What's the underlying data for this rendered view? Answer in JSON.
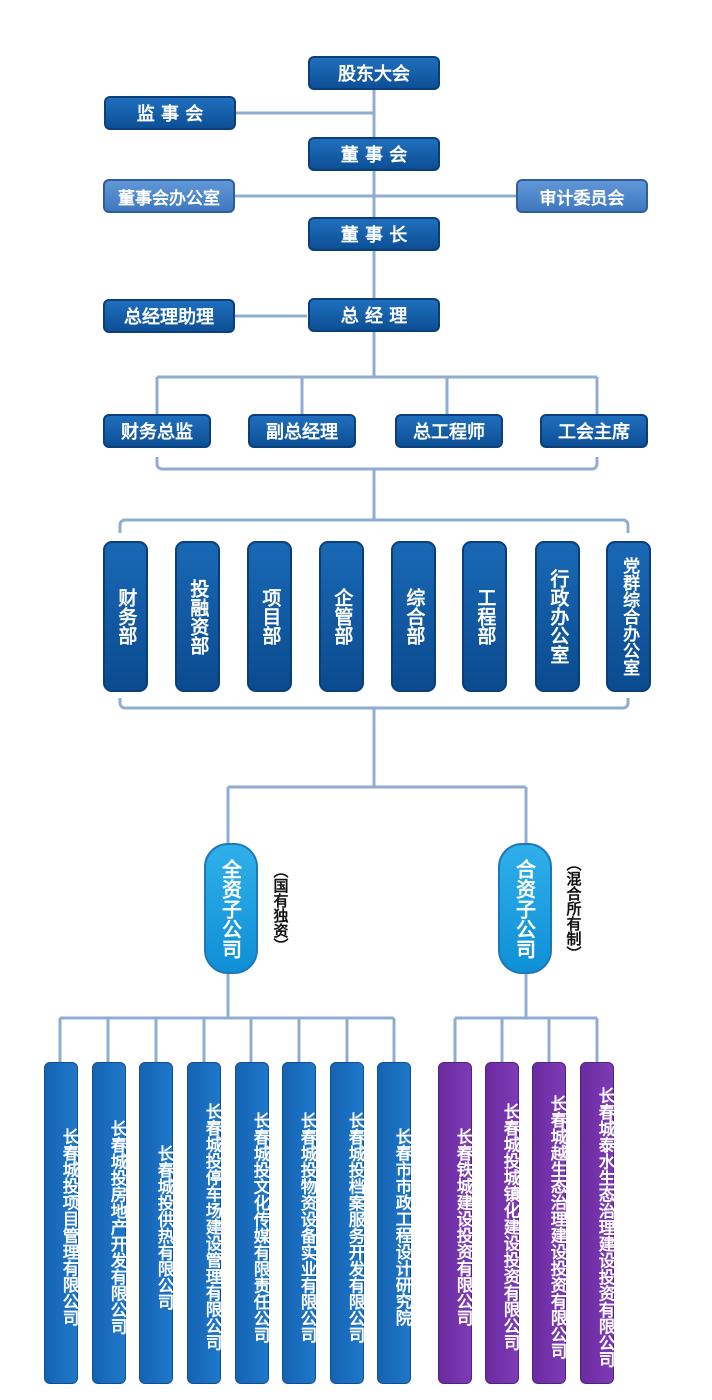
{
  "top": {
    "shareholders": "股东大会",
    "supervisors": "监 事 会",
    "board": "董 事 会",
    "board_office": "董事会办公室",
    "audit_committee": "审计委员会",
    "chairman": "董 事 长",
    "general_manager": "总 经 理",
    "gm_assistant": "总经理助理"
  },
  "executives": [
    "财务总监",
    "副总经理",
    "总工程师",
    "工会主席"
  ],
  "departments": [
    "财务部",
    "投融资部",
    "项目部",
    "企管部",
    "综合部",
    "工程部",
    "行政办公室",
    "党群综合办公室"
  ],
  "groups": {
    "wholly_owned": {
      "label": "全资子公司",
      "note": "（国有独资）"
    },
    "holding": {
      "label": "合资子公司",
      "note": "（混合所有制）"
    }
  },
  "subsidiaries_wholly": [
    "长春城投项目管理有限公司",
    "长春城投房地产开发有限公司",
    "长春城投供热有限公司",
    "长春城投停车场建设管理有限公司",
    "长春城投文化传媒有限责任公司",
    "长春城投物资设备实业有限公司",
    "长春城投档案服务开发有限公司",
    "长春市市政工程设计研究院"
  ],
  "subsidiaries_holding": [
    "长春铁城建设投资有限公司",
    "长春城投城镇化建设投资有限公司",
    "长春城越生态治理建设投资有限公司",
    "长春城泰水生态治理建设投资有限公司"
  ],
  "colors": {
    "connector": "#8fadd3",
    "dark_box": "#1260ad",
    "light_box": "#4f88cb",
    "group_oval": "#1ea0e2",
    "wholly_sub": "#1a6dbe",
    "holding_sub": "#7335aa"
  }
}
